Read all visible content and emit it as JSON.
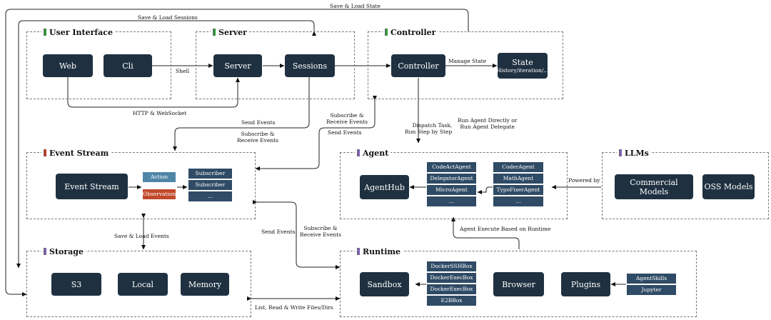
{
  "groups": {
    "user_interface": "User Interface",
    "server": "Server",
    "controller": "Controller",
    "event_stream": "Event Stream",
    "agent": "Agent",
    "llms": "LLMs",
    "storage": "Storage",
    "runtime": "Runtime"
  },
  "nodes": {
    "web": "Web",
    "cli": "Cli",
    "server": "Server",
    "sessions": "Sessions",
    "controller": "Controller",
    "state": "State",
    "state_sub": "(History/iteration/...)",
    "event_stream": "Event Stream",
    "action": "Action",
    "observation": "Observation",
    "agenthub": "AgentHub",
    "commercial_models": "Commercial Models",
    "oss_models": "OSS Models",
    "s3": "S3",
    "local": "Local",
    "memory": "Memory",
    "sandbox": "Sandbox",
    "browser": "Browser",
    "plugins": "Plugins"
  },
  "subscribers": [
    "Subscriber",
    "Subscriber",
    "..."
  ],
  "agents_left": [
    "CodeActAgent",
    "DelegatorAgent",
    "MicroAgent",
    "..."
  ],
  "agents_right": [
    "CoderAgent",
    "MathAgent",
    "TypoFixerAgent",
    "..."
  ],
  "sandbox_boxes": [
    "DockerSSHBox",
    "DockerExecBox",
    "DockerExecBox",
    "E2BBox"
  ],
  "plugin_items": [
    "AgentSkills",
    "Jupyter"
  ],
  "edges": {
    "save_load_state": "Save & Load State",
    "save_load_sessions": "Save & Load Sessions",
    "shell": "Shell",
    "http_ws": "HTTP & WebSocket",
    "manage_state": "Manage State",
    "send_events_1": "Send Events",
    "sub_recv_1": "Subscribe &\nReceive Events",
    "sub_recv_2": "Subscribe &\nReceive Events",
    "send_events_2": "Send Events",
    "dispatch": "Dispatch Task,\nRun Step by Step",
    "run_agent": "Run Agent Directly or\nRun Agent Delegate",
    "powered_by": "Powered by",
    "save_load_events": "Save & Load Events",
    "send_events_3": "Send Events",
    "sub_recv_3": "Subscribe &\nReceive Events",
    "agent_exec": "Agent Execute Based on Runtime",
    "files": "List, Read & Write Files/Dirs"
  },
  "colors": {
    "box": "#1f3141",
    "cell": "#2f4b65",
    "action": "#4f86a8",
    "observation": "#c0492a",
    "user_interface_mark": "#2e9a3a",
    "server_mark": "#2e9a3a",
    "controller_mark": "#2e9a3a",
    "event_stream_mark": "#c0392b",
    "agent_mark": "#7b5fb0",
    "llms_mark": "#7b5fb0",
    "storage_mark": "#7b5fb0",
    "runtime_mark": "#7b5fb0"
  }
}
